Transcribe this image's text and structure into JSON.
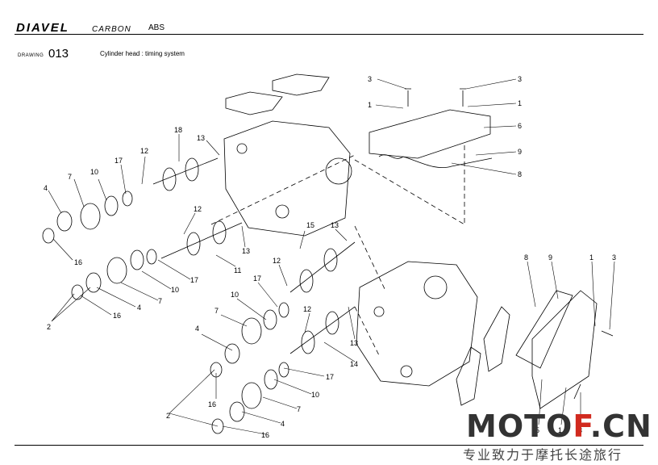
{
  "header": {
    "brand": "DIAVEL",
    "model": "CARBON",
    "variant": "ABS",
    "drawing_label": "DRAWING",
    "drawing_number": "013",
    "drawing_title": "Cylinder head : timing system"
  },
  "callouts": {
    "c3a": "3",
    "c1a": "1",
    "c3b": "3",
    "c1b": "1",
    "c6": "6",
    "c9a": "9",
    "c8a": "8",
    "c18": "18",
    "c13a": "13",
    "c12a": "12",
    "c17a": "17",
    "c10a": "10",
    "c7a": "7",
    "c4a": "4",
    "c16a": "16",
    "c12b": "12",
    "c13b": "13",
    "c11": "11",
    "c15": "15",
    "c13c": "13",
    "c17b": "17",
    "c10b": "10",
    "c7b": "7",
    "c4b": "4",
    "c16b": "16",
    "c2a": "2",
    "c12c": "12",
    "c17c": "17",
    "c10c": "10",
    "c7c": "7",
    "c4c": "4",
    "c16c": "16",
    "c12d": "12",
    "c13d": "13",
    "c14": "14",
    "c17d": "17",
    "c10d": "10",
    "c7d": "7",
    "c4d": "4",
    "c16d": "16",
    "c2b": "2",
    "c8b": "8",
    "c9b": "9",
    "c1c": "1",
    "c3c": "3",
    "c5": "5",
    "c1d": "1",
    "c3d": "3"
  },
  "watermark": {
    "main_a": "MOTO",
    "main_b": "F",
    "main_c": ".CN",
    "sub": "专业致力于摩托长途旅行"
  },
  "colors": {
    "accent": "#d12a1f",
    "line": "#000000"
  }
}
